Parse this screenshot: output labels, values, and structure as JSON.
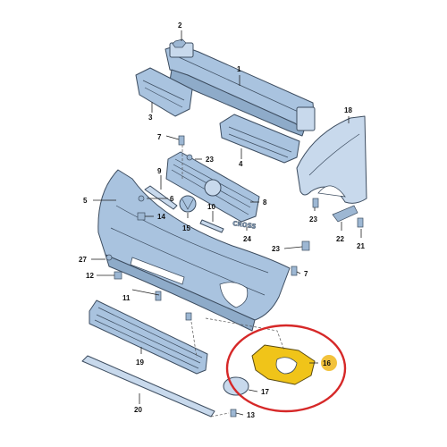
{
  "callouts": {
    "n1": "1",
    "n2": "2",
    "n3": "3",
    "n4": "4",
    "n5": "5",
    "n6": "6",
    "n7a": "7",
    "n7b": "7",
    "n8": "8",
    "n9": "9",
    "n10": "10",
    "n11": "11",
    "n12": "12",
    "n13": "13",
    "n14": "14",
    "n15": "15",
    "n16": "16",
    "n17": "17",
    "n18": "18",
    "n19": "19",
    "n20": "20",
    "n21": "21",
    "n22": "22",
    "n23a": "23",
    "n23b": "23",
    "n23c": "23",
    "n24": "24",
    "n27": "27"
  },
  "emblem_lettering": "CROSS",
  "highlight": {
    "ring_color": "#d62828",
    "badge_color": "#f2c23c",
    "part_color": "#f0c419"
  }
}
